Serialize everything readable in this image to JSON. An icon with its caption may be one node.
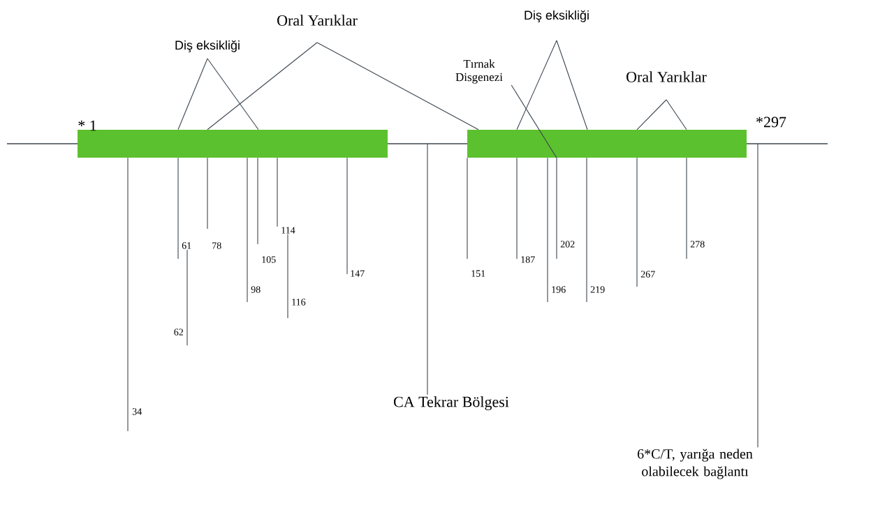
{
  "diagram": {
    "nodes": [
      {
        "text": [
          "Diş eksikliği"
        ]
      },
      {
        "text": [
          "Oral Yarıklar"
        ]
      },
      {
        "text": [
          "Tırnak Disgenezi"
        ]
      },
      {
        "text": [
          "Diş eksikliği"
        ]
      },
      {
        "text": [
          "Oral Yarıklar"
        ]
      },
      {
        "text": [],
        "shape": "bar"
      },
      {
        "text": [],
        "shape": "bar"
      },
      {
        "text": [
          "34"
        ]
      },
      {
        "text": [
          "61"
        ]
      },
      {
        "text": [
          "62"
        ]
      },
      {
        "text": [
          "78"
        ]
      },
      {
        "text": [
          "98"
        ]
      },
      {
        "text": [
          "105"
        ]
      },
      {
        "text": [
          "114"
        ]
      },
      {
        "text": [
          "116"
        ]
      },
      {
        "text": [
          "147"
        ]
      },
      {
        "text": [
          "151"
        ]
      },
      {
        "text": [
          "187"
        ]
      },
      {
        "text": [
          "196"
        ]
      },
      {
        "text": [
          "202"
        ]
      },
      {
        "text": [
          "219"
        ]
      },
      {
        "text": [
          "267"
        ]
      },
      {
        "text": [
          "278"
        ]
      },
      {
        "text": [
          "CA Tekrar Bölgesi"
        ]
      },
      {
        "text": [
          "6*C/T, yarığa neden olabilecek bağlantı"
        ]
      }
    ],
    "edges": [
      {
        "from": 0,
        "to": 5,
        "arrow": "none"
      },
      {
        "from": 0,
        "to": 5,
        "arrow": "none"
      },
      {
        "from": 1,
        "to": 5,
        "arrow": "none"
      },
      {
        "from": 1,
        "to": 6,
        "arrow": "none"
      },
      {
        "from": 2,
        "to": 6,
        "arrow": "none"
      },
      {
        "from": 3,
        "to": 6,
        "arrow": "none"
      },
      {
        "from": 3,
        "to": 6,
        "arrow": "none"
      },
      {
        "from": 4,
        "to": 6,
        "arrow": "none"
      },
      {
        "from": 4,
        "to": 6,
        "arrow": "none"
      },
      {
        "from": 7,
        "to": 5,
        "arrow": "none"
      },
      {
        "from": 8,
        "to": 5,
        "arrow": "none"
      },
      {
        "from": 9,
        "to": 8,
        "arrow": "none"
      },
      {
        "from": 10,
        "to": 5,
        "arrow": "none"
      },
      {
        "from": 11,
        "to": 5,
        "arrow": "none"
      },
      {
        "from": 12,
        "to": 5,
        "arrow": "none"
      },
      {
        "from": 13,
        "to": 5,
        "arrow": "none"
      },
      {
        "from": 14,
        "to": 13,
        "arrow": "none"
      },
      {
        "from": 15,
        "to": 5,
        "arrow": "none"
      },
      {
        "from": 16,
        "to": 6,
        "arrow": "none"
      },
      {
        "from": 17,
        "to": 6,
        "arrow": "none"
      },
      {
        "from": 18,
        "to": 6,
        "arrow": "none"
      },
      {
        "from": 19,
        "to": 6,
        "arrow": "none"
      },
      {
        "from": 20,
        "to": 6,
        "arrow": "none"
      },
      {
        "from": 21,
        "to": 6,
        "arrow": "none"
      },
      {
        "from": 22,
        "to": 6,
        "arrow": "none"
      },
      {
        "from": 23,
        "to": null,
        "arrow": "none"
      },
      {
        "from": 24,
        "to": null,
        "arrow": "none"
      }
    ],
    "labels": [
      "* 1",
      "*297"
    ]
  }
}
